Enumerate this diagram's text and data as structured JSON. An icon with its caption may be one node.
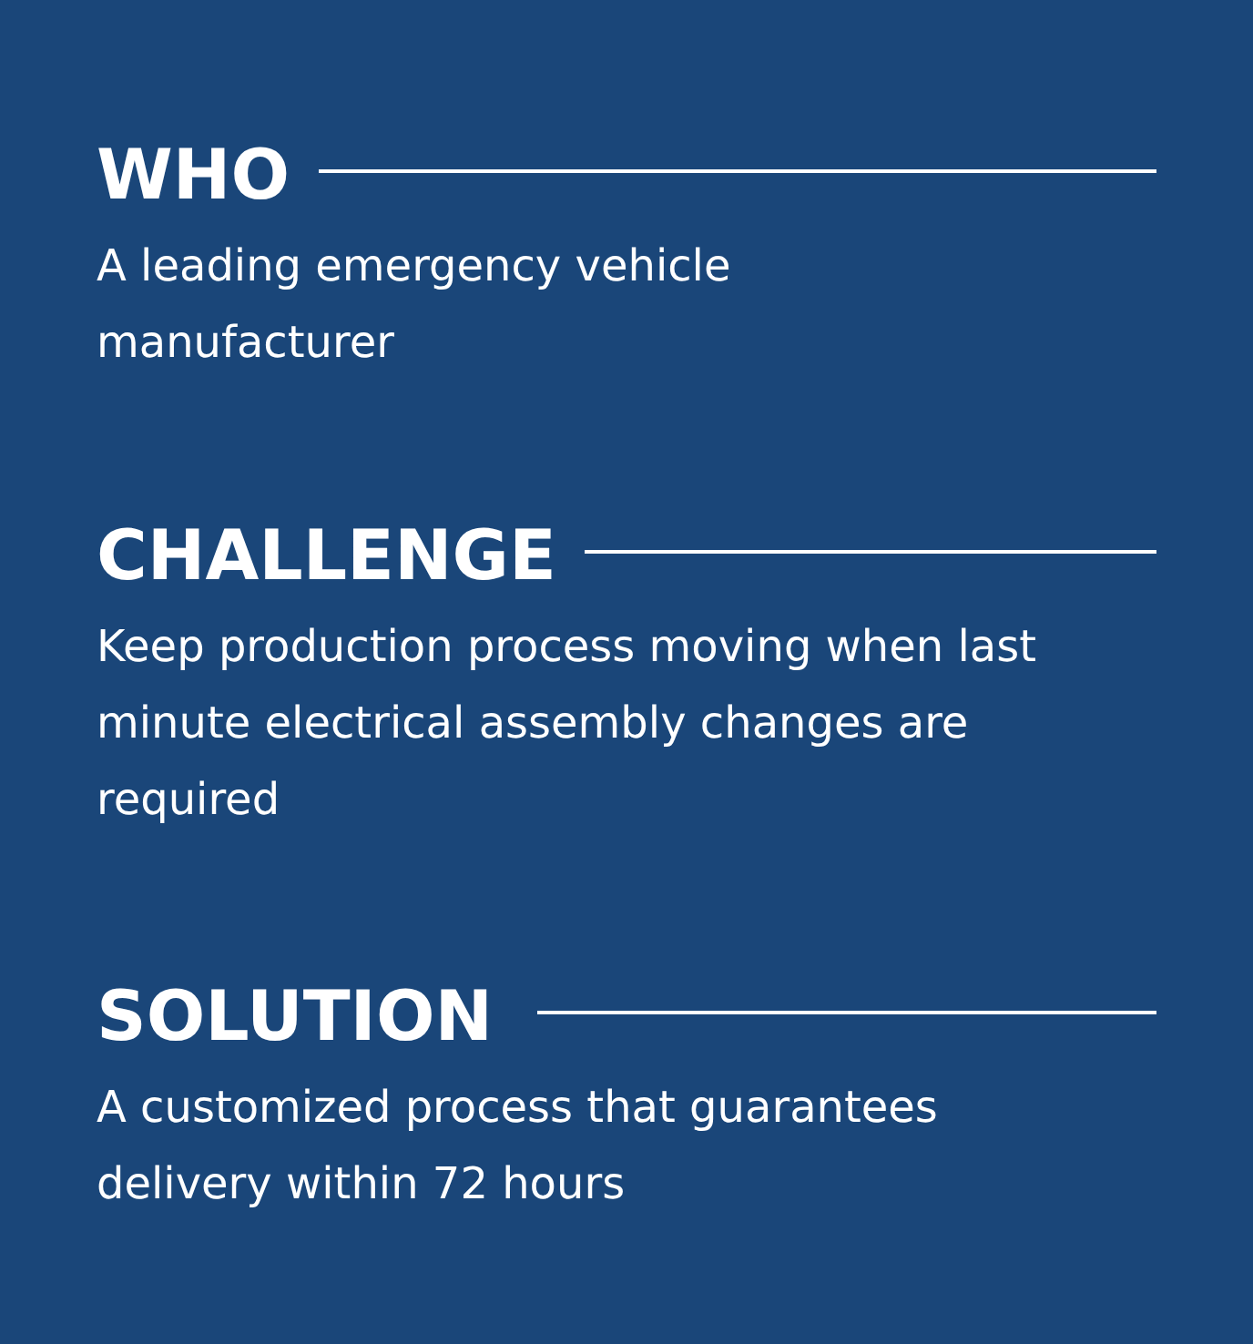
{
  "diagram": {
    "labels": [
      "WHO",
      "A leading emergency vehicle manufacturer",
      "CHALLENGE",
      "Keep production process moving when last minute electrical assembly changes are required",
      "SOLUTION",
      "A customized process that guarantees delivery within 72 hours"
    ]
  }
}
